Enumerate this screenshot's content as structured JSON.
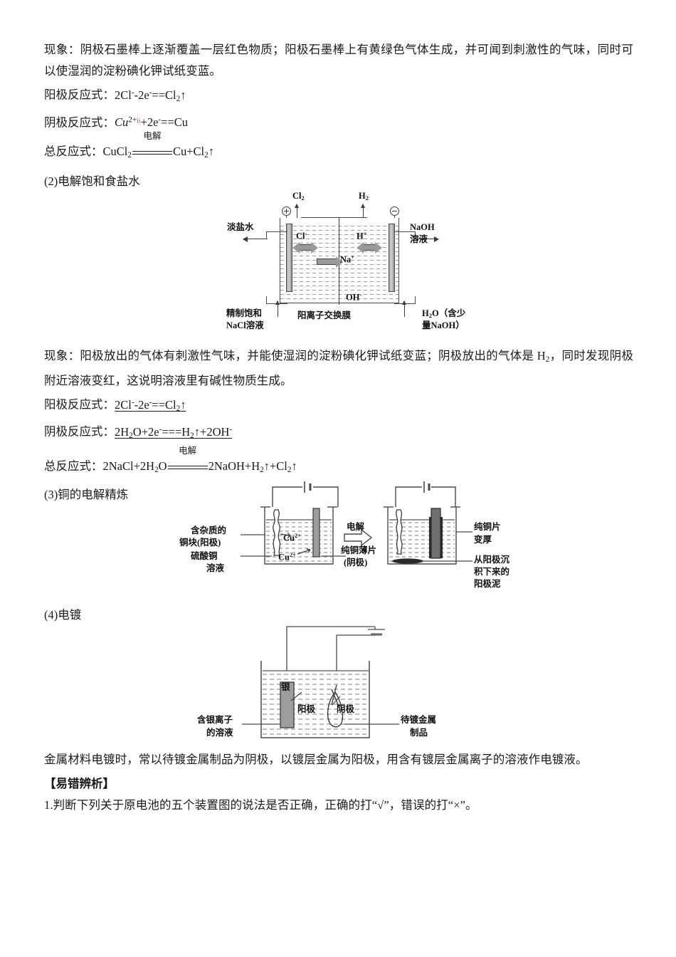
{
  "document": {
    "language": "zh-CN",
    "subject": "电解原理及其应用"
  },
  "sections": [
    {
      "id": "cucl2",
      "phenomenon_label": "现象：",
      "phenomenon_text": "阴极石墨棒上逐渐覆盖一层红色物质；阳极石墨棒上有黄绿色气体生成，并可闻到刺激性的气味，同时可以使湿润的淀粉碘化钾试纸变蓝。",
      "anode_label": "阳极反应式：",
      "cathode_label": "阴极反应式：",
      "overall_label": "总反应式："
    }
  ],
  "eq1": {
    "anode_prefix": "2Cl",
    "anode_sup1": "-",
    "anode_mid": "-2e",
    "anode_sup2": "-",
    "anode_eq": "==Cl",
    "anode_sub": "2",
    "anode_arrow": "↑",
    "cathode_cu": "Cu",
    "cathode_sup": "2+",
    "cathode_redmark": "ii",
    "cathode_mid": "+2e",
    "cathode_sup2": "-",
    "cathode_tail": "==Cu",
    "overall_left": "CuCl",
    "overall_left_sub": "2",
    "overall_condition": "电解",
    "overall_right": "Cu+Cl",
    "overall_right_sub": "2",
    "overall_arrow": "↑"
  },
  "heading2": "(2)电解饱和食盐水",
  "fig_membrane": {
    "name": "离子交换膜法电解饱和食盐水装置",
    "gas_left": "Cl",
    "gas_left_sub": "2",
    "gas_right": "H",
    "gas_right_sub": "2",
    "terminal_positive": "⊕",
    "terminal_negative": "⊖",
    "out_left": "淡盐水",
    "out_right_line1": "NaOH",
    "out_right_line2": "溶液",
    "ion_cl": "Cl",
    "ion_cl_sup": "-",
    "ion_h": "H",
    "ion_h_sup": "+",
    "ion_na": "Na",
    "ion_na_sup": "+",
    "ion_oh": "OH",
    "ion_oh_sup": "-",
    "in_left_line1": "精制饱和",
    "in_left_line2": "NaCl溶液",
    "membrane_label": "阳离子交换膜",
    "in_right_line1_a": "H",
    "in_right_line1_sub": "2",
    "in_right_line1_b": "O（含少",
    "in_right_line2": "量NaOH）"
  },
  "section2": {
    "phenomenon_label": "现象：",
    "phenomenon_text_a": "阳极放出的气体有刺激性气味，并能使湿润的淀粉碘化钾试纸变蓝；阴极放出的气体是 H",
    "phenomenon_sub": "2",
    "phenomenon_text_b": "，同时发现阴极附近溶液变红，这说明溶液里有碱性物质生成。",
    "anode_label": "阳极反应式：",
    "cathode_label": "阴极反应式：",
    "overall_label": "总反应式："
  },
  "eq2": {
    "anode": "2Cl⁻-2e⁻==Cl₂↑",
    "anode_parts": {
      "a": "2Cl",
      "s1": "-",
      "b": "-2e",
      "s2": "-",
      "c": "==Cl",
      "sub": "2",
      "arrow": "↑"
    },
    "cathode_parts": {
      "a": "2H",
      "sub1": "2",
      "b": "O+2e",
      "s1": "-",
      "c": "===H",
      "sub2": "2",
      "arrow": "↑",
      "d": "+2OH",
      "s2": "-"
    },
    "overall_parts": {
      "a": "2NaCl+2H",
      "sub1": "2",
      "b": "O",
      "cond": "电解",
      "c": "2NaOH+H",
      "sub2": "2",
      "arrow1": "↑",
      "d": "+Cl",
      "sub3": "2",
      "arrow2": "↑"
    }
  },
  "heading3": "(3)铜的电解精炼",
  "fig_refining": {
    "name": "铜的电解精炼装置",
    "left_label_line1": "含杂质的",
    "left_label_line2": "铜块(阳极)",
    "left_label_line3": "硫酸铜",
    "left_label_line4": "溶液",
    "ion1": "Cu",
    "ion1_sup": "2+",
    "ion2": "Cu",
    "ion2_sup": "2+",
    "arrow_label": "电解",
    "mid_label_line1": "纯铜薄片",
    "mid_label_line2": "(阴极)",
    "right_label_line1": "纯铜片",
    "right_label_line2": "变厚",
    "right_label_line3": "从阳极沉",
    "right_label_line4": "积下来的",
    "right_label_line5": "阳极泥"
  },
  "heading4": "(4)电镀",
  "fig_plating": {
    "name": "电镀银装置",
    "electrode_label": "银",
    "anode_label": "阳极",
    "cathode_label": "阴极",
    "left_label_line1": "含银离子",
    "left_label_line2": "的溶液",
    "right_label_line1": "待镀金属",
    "right_label_line2": "制品"
  },
  "closing": {
    "paragraph": "金属材料电镀时，常以待镀金属制品为阴极，以镀层金属为阳极，用含有镀层金属离子的溶液作电镀液。",
    "section_title": "【易错辨析】",
    "question": "1.判断下列关于原电池的五个装置图的说法是否正确，正确的打“√”，错误的打“×”。"
  }
}
